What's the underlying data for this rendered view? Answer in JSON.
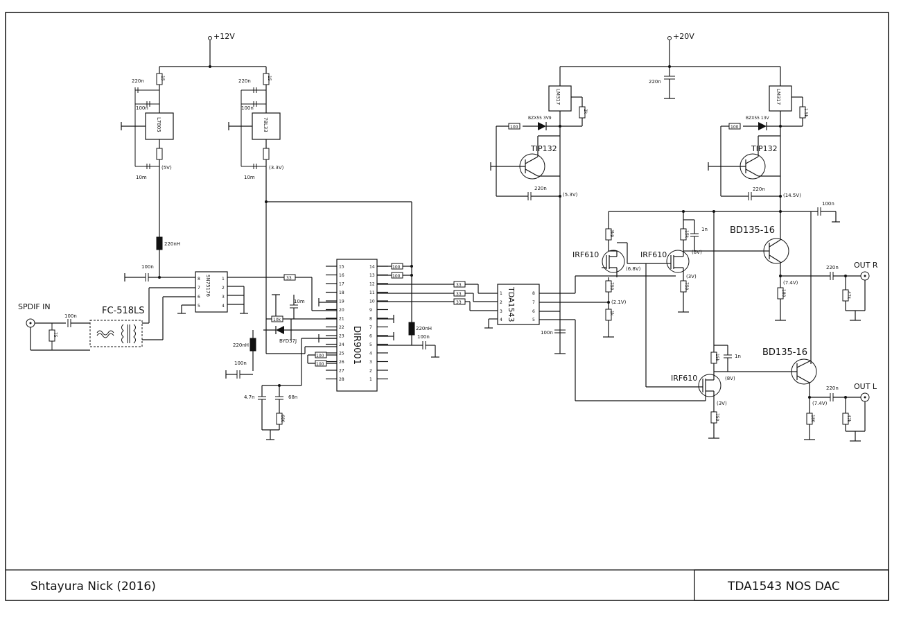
{
  "title_block": {
    "author": "Shtayura Nick (2016)",
    "title": "TDA1543 NOS DAC"
  },
  "rails": {
    "v12": "+12V",
    "v20": "+20V"
  },
  "ics": {
    "l7805": "L7805",
    "r78l33": "78L33",
    "sn75176": "SN75176",
    "dir9001": "DIR9001",
    "tda1543": "TDA1543",
    "lm317_a": "LM317",
    "lm317_b": "LM317"
  },
  "transistors": {
    "tip132_a": "TIP132",
    "tip132_b": "TIP132",
    "irf610_a": "IRF610",
    "irf610_b": "IRF610",
    "irf610_c": "IRF610",
    "bd135_a": "BD135-16",
    "bd135_b": "BD135-16"
  },
  "io": {
    "spdif_in": "SPDIF IN",
    "out_r": "OUT R",
    "out_l": "OUT L",
    "transformer": "FC-518LS"
  },
  "diodes": {
    "zener_a": "BZX55 3V9",
    "zener_b": "BZX55 13V",
    "byd": "BYD37J"
  },
  "values": {
    "c220n": "220n",
    "c100n": "100n",
    "c10m": "10m",
    "c4n7": "4.7n",
    "c68n": "68n",
    "c1n": "1n",
    "l220nh": "220nH",
    "r100": "100",
    "r33": "33",
    "r10k": "10k",
    "r75": "75",
    "r15": "15",
    "r1k": "1k",
    "r3k": "3k",
    "r680": "680",
    "r2k": "2k",
    "r1k5": "1.5k",
    "r3k9": "3k9",
    "r750": "750",
    "r180": "180",
    "r47k": "47k",
    "r15k": "15k",
    "r130": "130"
  },
  "voltages": {
    "v5": "(5V)",
    "v33": "(3.3V)",
    "v53": "(5.3V)",
    "v145": "(14.5V)",
    "v68": "(6.8V)",
    "v8": "(8V)",
    "v3": "(3V)",
    "v21": "(2.1V)",
    "v74": "(7.4V)"
  },
  "dir_pins_left": [
    "15",
    "16",
    "17",
    "18",
    "19",
    "20",
    "21",
    "22",
    "23",
    "24",
    "25",
    "26",
    "27",
    "28"
  ],
  "dir_pins_right": [
    "14",
    "13",
    "12",
    "11",
    "10",
    "9",
    "8",
    "7",
    "6",
    "5",
    "4",
    "3",
    "2",
    "1"
  ],
  "tda_pins_left": [
    "1",
    "2",
    "3",
    "4"
  ],
  "tda_pins_right": [
    "8",
    "7",
    "6",
    "5"
  ],
  "sn_pins_left": [
    "8",
    "7",
    "6",
    "5"
  ],
  "sn_pins_right": [
    "1",
    "2",
    "3",
    "4"
  ]
}
